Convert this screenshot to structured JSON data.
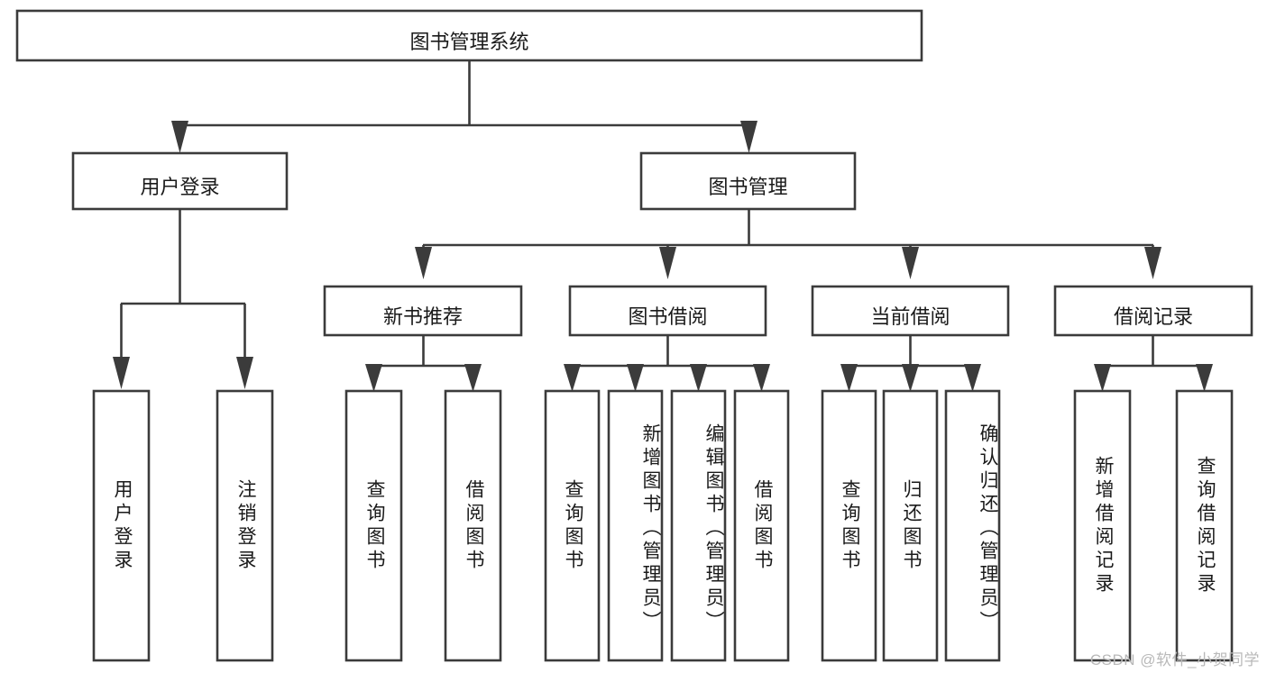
{
  "diagram": {
    "type": "tree-hierarchy",
    "title": "图书管理系统",
    "orientation": "top-down",
    "colors": {
      "box_fill": "#ffffff",
      "box_stroke": "#3b3b3b",
      "connector": "#3b3b3b",
      "text": "#1a1a1a",
      "background": "#ffffff",
      "watermark": "#b9b9b9"
    },
    "root": {
      "id": "root",
      "label": "图书管理系统",
      "orientation": "horizontal"
    },
    "level2": [
      {
        "id": "user-login",
        "label": "用户登录",
        "orientation": "horizontal"
      },
      {
        "id": "book-management",
        "label": "图书管理",
        "orientation": "horizontal"
      }
    ],
    "level3": [
      {
        "id": "new-book-recommend",
        "label": "新书推荐",
        "orientation": "horizontal",
        "parent": "book-management"
      },
      {
        "id": "book-borrow",
        "label": "图书借阅",
        "orientation": "horizontal",
        "parent": "book-management"
      },
      {
        "id": "current-borrow",
        "label": "当前借阅",
        "orientation": "horizontal",
        "parent": "book-management"
      },
      {
        "id": "borrow-record",
        "label": "借阅记录",
        "orientation": "horizontal",
        "parent": "book-management"
      }
    ],
    "leaves": [
      {
        "id": "leaf-user-login",
        "label": "用户登录",
        "parent": "user-login",
        "orientation": "vertical"
      },
      {
        "id": "leaf-logout-login",
        "label": "注销登录",
        "parent": "user-login",
        "orientation": "vertical"
      },
      {
        "id": "leaf-query-book-1",
        "label": "查询图书",
        "parent": "new-book-recommend",
        "orientation": "vertical"
      },
      {
        "id": "leaf-borrow-book-1",
        "label": "借阅图书",
        "parent": "new-book-recommend",
        "orientation": "vertical"
      },
      {
        "id": "leaf-query-book-2",
        "label": "查询图书",
        "parent": "book-borrow",
        "orientation": "vertical"
      },
      {
        "id": "leaf-add-book",
        "label": "新增图书（管理员）",
        "parent": "book-borrow",
        "orientation": "vertical"
      },
      {
        "id": "leaf-edit-book",
        "label": "编辑图书（管理员）",
        "parent": "book-borrow",
        "orientation": "vertical"
      },
      {
        "id": "leaf-borrow-book-2",
        "label": "借阅图书",
        "parent": "book-borrow",
        "orientation": "vertical"
      },
      {
        "id": "leaf-query-book-3",
        "label": "查询图书",
        "parent": "current-borrow",
        "orientation": "vertical"
      },
      {
        "id": "leaf-return-book",
        "label": "归还图书",
        "parent": "current-borrow",
        "orientation": "vertical"
      },
      {
        "id": "leaf-confirm-return",
        "label": "确认归还（管理员）",
        "parent": "current-borrow",
        "orientation": "vertical"
      },
      {
        "id": "leaf-add-borrow-record",
        "label": "新增借阅记录",
        "parent": "borrow-record",
        "orientation": "vertical"
      },
      {
        "id": "leaf-query-borrow-record",
        "label": "查询借阅记录",
        "parent": "borrow-record",
        "orientation": "vertical"
      }
    ]
  },
  "watermark": {
    "text": "CSDN @软件_小贺同学"
  }
}
